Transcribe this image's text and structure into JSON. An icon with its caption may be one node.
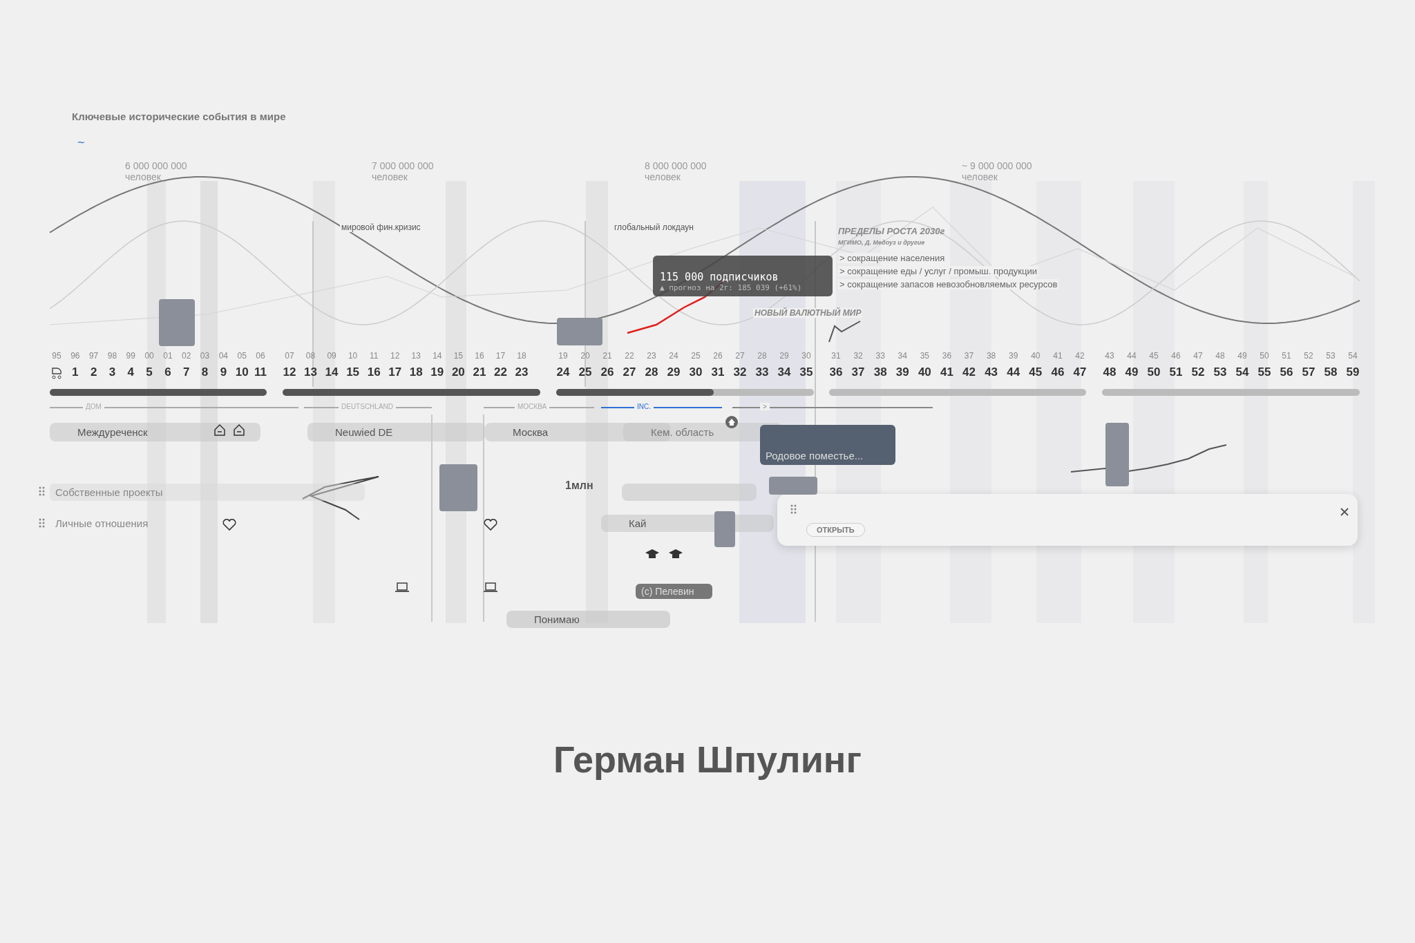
{
  "diagram": {
    "title": "Герман Шпулинг",
    "nodes": [
      {
        "text": [
          "115 000 подписчиков",
          "▲ прогноз на 2г: 185 039 (+61%)"
        ]
      },
      {
        "text": [
          "Междуреченск"
        ]
      },
      {
        "text": [
          "Neuwied DE"
        ]
      },
      {
        "text": [
          "Москва"
        ]
      },
      {
        "text": [
          "Кем. область"
        ]
      },
      {
        "text": [
          "Родовое поместье..."
        ]
      },
      {
        "text": [
          "Собственные проекты"
        ]
      },
      {
        "text": [],
        "shape": "bar"
      },
      {
        "text": [
          "Личные отношения"
        ]
      },
      {
        "text": [
          "Кай"
        ]
      },
      {
        "text": [],
        "shape": "box"
      },
      {
        "text": [
          "ОТКРЫТЬ"
        ],
        "in": 10
      },
      {
        "text": [
          "(c) Пелевин"
        ]
      },
      {
        "text": [
          "Понимаю"
        ]
      }
    ],
    "edges": [],
    "labels": [
      "Ключевые исторические события в мире",
      "~",
      "6 000 000 000 человек",
      "7 000 000 000 человек",
      "8 000 000 000 человек",
      "~ 9 000 000 000 человек",
      "мировой фин.кризис",
      "глобальный локдаун",
      "ПРЕДЕЛЫ РОСТА 2030г",
      "МГИМО, Д. Медоуз и другие",
      "> сокращение населения",
      "> сокращение еды / услуг / промыш. продукции",
      "> сокращение запасов невозобновляемых ресурсов",
      "НОВЫЙ ВАЛЮТНЫЙ МИР",
      "95",
      "96",
      "97",
      "98",
      "99",
      "00",
      "01",
      "02",
      "03",
      "04",
      "05",
      "06",
      "07",
      "08",
      "09",
      "10",
      "11",
      "12",
      "13",
      "14",
      "15",
      "16",
      "17",
      "18",
      "19",
      "20",
      "21",
      "22",
      "23",
      "24",
      "25",
      "26",
      "27",
      "28",
      "29",
      "30",
      "31",
      "32",
      "33",
      "34",
      "35",
      "36",
      "37",
      "38",
      "39",
      "40",
      "41",
      "42",
      "43",
      "44",
      "45",
      "46",
      "47",
      "48",
      "49",
      "50",
      "51",
      "52",
      "53",
      "54",
      "1",
      "2",
      "3",
      "4",
      "5",
      "6",
      "7",
      "8",
      "9",
      "10",
      "11",
      "12",
      "13",
      "14",
      "15",
      "16",
      "17",
      "18",
      "19",
      "20",
      "21",
      "22",
      "23",
      "24",
      "25",
      "26",
      "27",
      "28",
      "29",
      "30",
      "31",
      "32",
      "33",
      "34",
      "35",
      "36",
      "37",
      "38",
      "39",
      "40",
      "41",
      "42",
      "43",
      "44",
      "45",
      "46",
      "47",
      "48",
      "49",
      "50",
      "51",
      "52",
      "53",
      "54",
      "55",
      "56",
      "57",
      "58",
      "59",
      "ДОМ",
      "DEUTSCHLAND",
      "МОСКВА",
      "INC.",
      ">",
      "1млн"
    ]
  }
}
